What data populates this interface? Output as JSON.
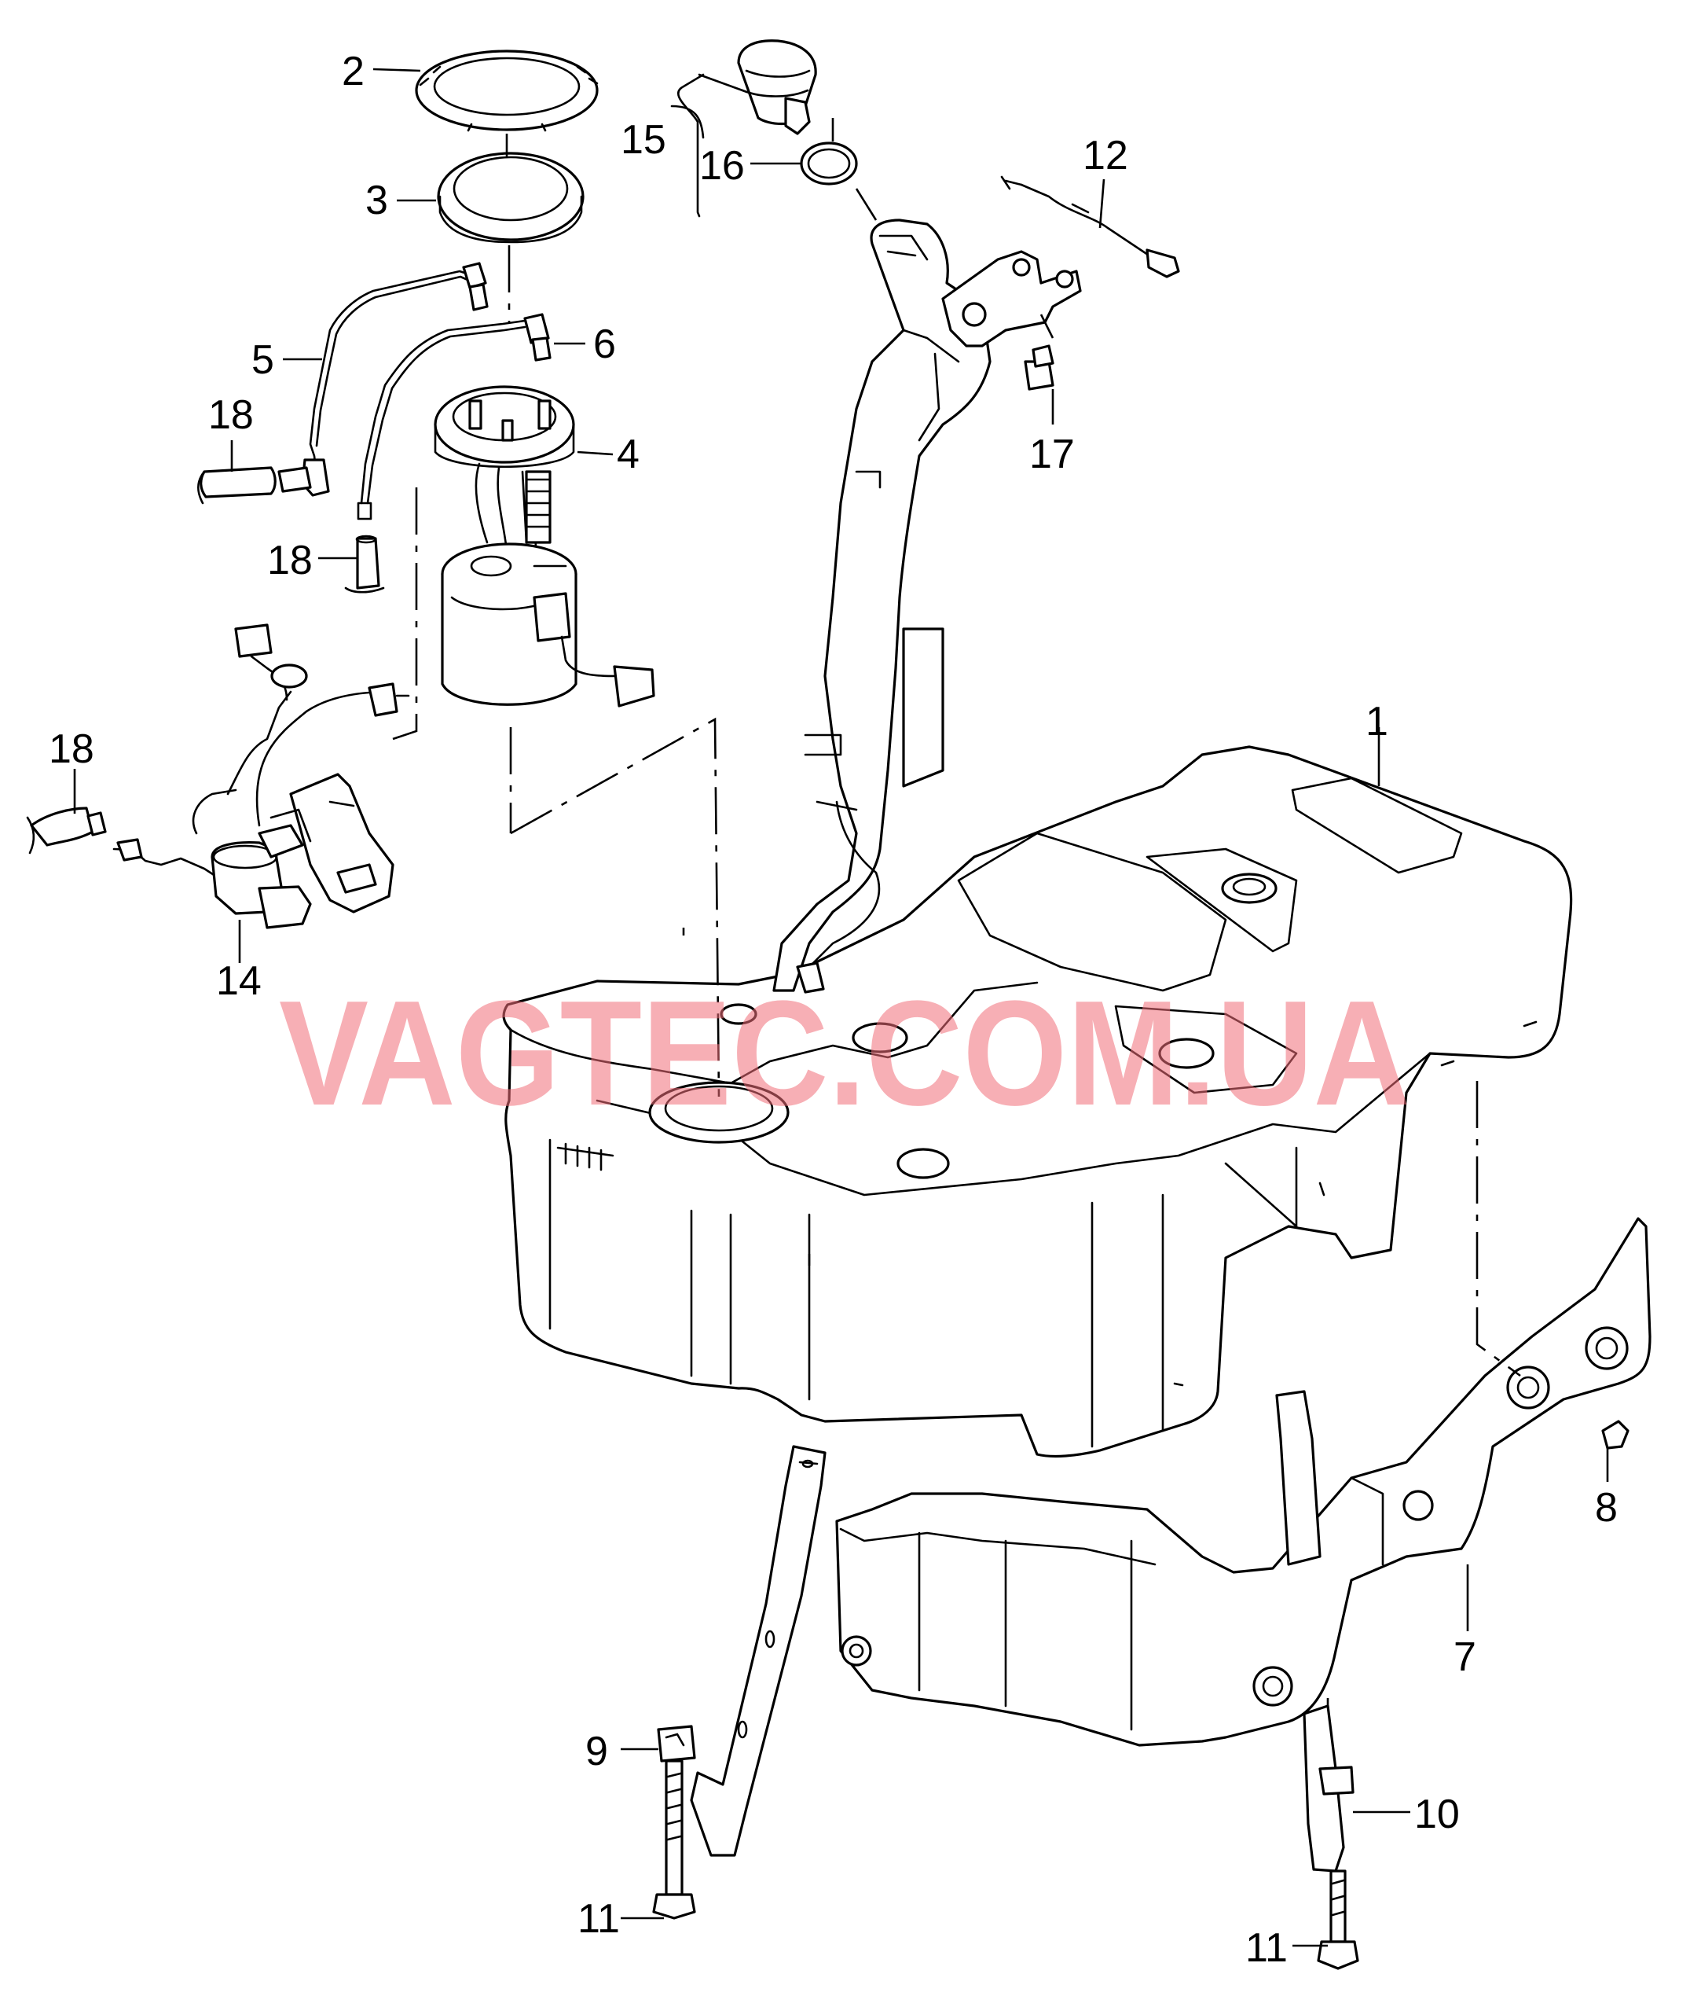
{
  "diagram": {
    "watermark": {
      "text": "VAGTEC.COM.UA",
      "color": "#f06d78"
    },
    "ink_color": "#000000",
    "background_color": "#ffffff",
    "callouts": [
      {
        "id": "c1",
        "label": "1"
      },
      {
        "id": "c2",
        "label": "2"
      },
      {
        "id": "c3",
        "label": "3"
      },
      {
        "id": "c4",
        "label": "4"
      },
      {
        "id": "c5",
        "label": "5"
      },
      {
        "id": "c6",
        "label": "6"
      },
      {
        "id": "c7",
        "label": "7"
      },
      {
        "id": "c8",
        "label": "8"
      },
      {
        "id": "c9",
        "label": "9"
      },
      {
        "id": "c10",
        "label": "10"
      },
      {
        "id": "c11a",
        "label": "11"
      },
      {
        "id": "c11b",
        "label": "11"
      },
      {
        "id": "c12",
        "label": "12"
      },
      {
        "id": "c14",
        "label": "14"
      },
      {
        "id": "c15",
        "label": "15"
      },
      {
        "id": "c16",
        "label": "16"
      },
      {
        "id": "c17",
        "label": "17"
      },
      {
        "id": "c18a",
        "label": "18"
      },
      {
        "id": "c18b",
        "label": "18"
      },
      {
        "id": "c18c",
        "label": "18"
      }
    ]
  }
}
